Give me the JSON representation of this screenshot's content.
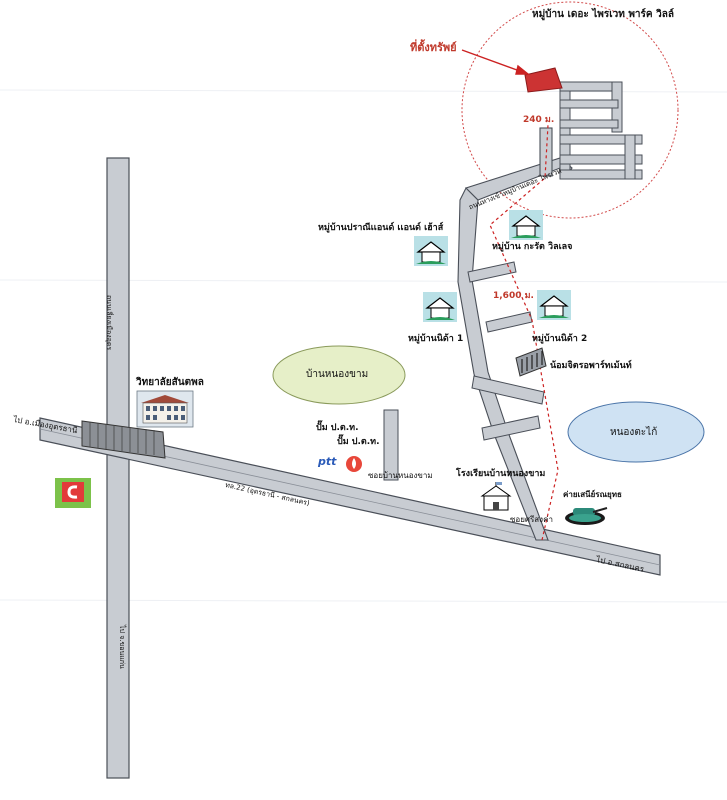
{
  "labels": {
    "property": "ที่ตั้งทรัพย์",
    "village_top": "หมู่บ้าน เดอะ ไพรเวท พาร์ค วิลล์",
    "dist_240": "240 ม.",
    "dist_1600": "1,600 ม.",
    "soi_village_road": "ถนนทางเข้าหมู่บ้านเดอะ ไพรเวท",
    "village_pranee": "หมู่บ้านปราณีเเอนด์ เเอนด์ เฮ้าส์",
    "village_krachat": "หมู่บ้าน กะรัต วิลเลจ",
    "village_nida1": "หมู่บ้านนิด้า 1",
    "village_nida2": "หมู่บ้านนิด้า 2",
    "apartment": "น้อมจิตรอพาร์ทเม้นท์",
    "college": "วิทยาลัยสันตพล",
    "ban_nong_kham": "บ้านหนองขาม",
    "nong_ta_kai": "หนองตะไก้",
    "ptt1": "ปั๊ม ป.ต.ท.",
    "ptt2": "ปั๊ม ป.ต.ท.",
    "ptt_logo": "ptt",
    "soi_nong_kham": "ซอยบ้านหนองขาม",
    "school": "โรงเรียนบ้านหนองขาม",
    "soi_sisangkha": "ซอยศรีสงค่า",
    "military_camp": "ค่ายเสนีย์รณยุทธ",
    "highway22": "ทล.22 (อุดรธานี - สกลนคร)",
    "to_sakon": "ไป อ.สกลนคร",
    "to_udon_left": "ไป อ.เมืองอุดรธานี",
    "vertical_road": "ถนนเลี่ยงเมืองอุดร",
    "to_khon_kaen": "ไป จ.ขอนแก่น"
  },
  "colors": {
    "road_fill": "#c8ccd2",
    "road_edge": "#4a4f58",
    "property": "#cc3333",
    "route_dash": "#cc2222",
    "ellipse_green": "#e6efc8",
    "ellipse_blue": "#cfe2f3",
    "circle_red": "#d24a4a"
  },
  "icons": [
    "house-icon",
    "apartment-icon",
    "school-icon",
    "college-icon",
    "ptt-logo-icon",
    "tank-icon",
    "shop-logo-icon"
  ]
}
